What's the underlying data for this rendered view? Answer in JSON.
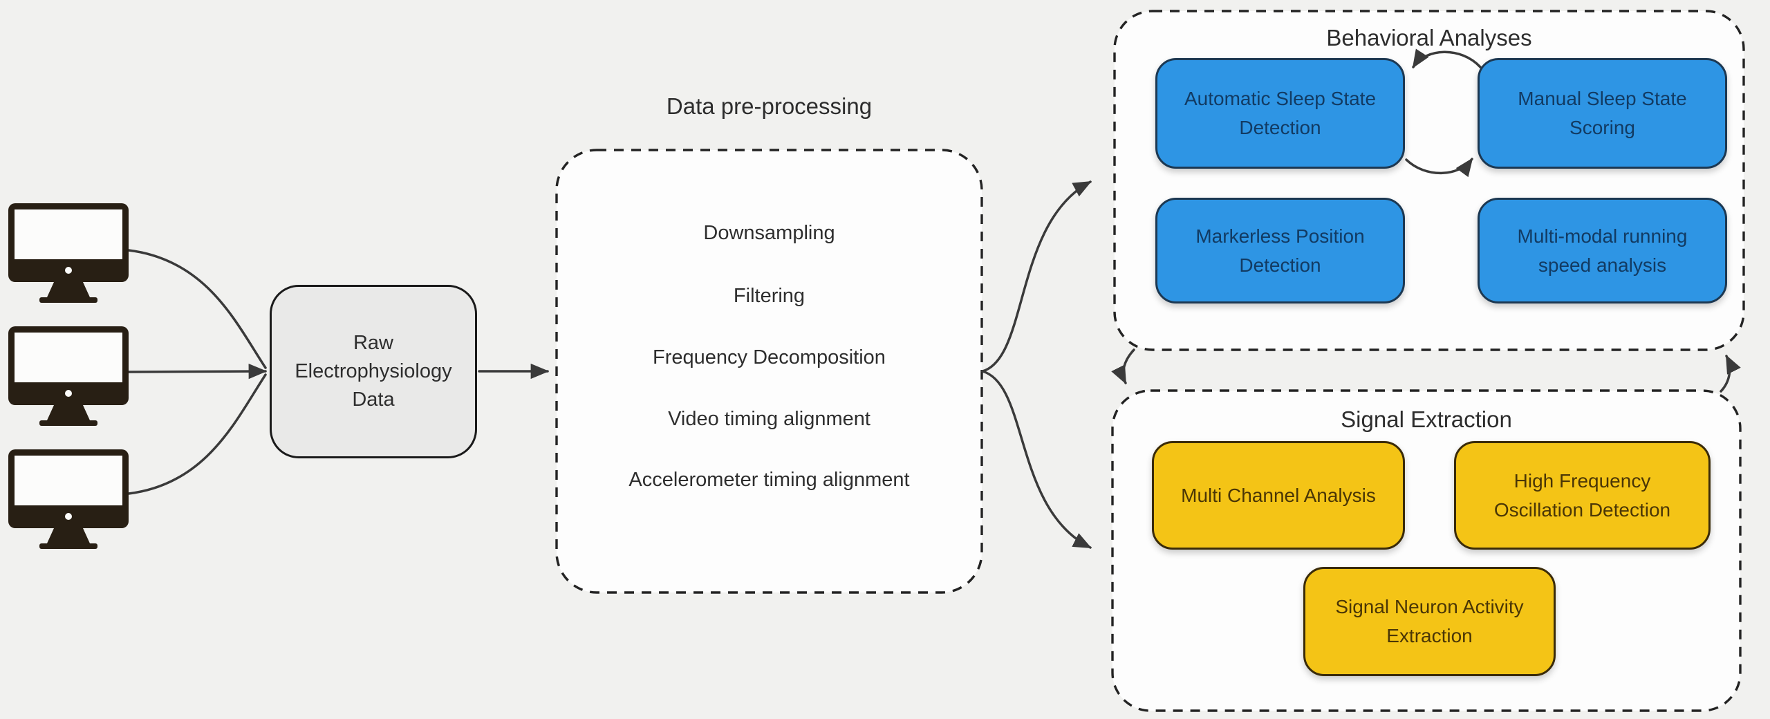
{
  "diagram": {
    "title_implicit": "Electrophysiology data processing pipeline",
    "colors": {
      "background": "#F1F1EF",
      "panel_fill": "#FDFDFD",
      "dash_stroke": "#232323",
      "arrow_stroke": "#3A3A3A",
      "blue_fill": "#2E95E4",
      "blue_border": "#1C3852",
      "blue_text": "#123B63",
      "yellow_fill": "#F4C416",
      "yellow_border": "#3A2B09",
      "yellow_text": "#4A3606",
      "gray_node_fill": "#E9E9E8",
      "monitor_color": "#281F14"
    }
  },
  "sources": {
    "icon": "desktop-monitor-icon",
    "count": 3
  },
  "raw_node": {
    "label": "Raw Electrophysiology Data"
  },
  "preprocessing": {
    "title": "Data pre-processing",
    "items": [
      "Downsampling",
      "Filtering",
      "Frequency Decomposition",
      "Video timing alignment",
      "Accelerometer timing alignment"
    ]
  },
  "groups": {
    "behavioral": {
      "title": "Behavioral Analyses",
      "nodes": [
        "Automatic Sleep State Detection",
        "Manual Sleep State Scoring",
        "Markerless Position Detection",
        "Multi-modal running speed analysis"
      ]
    },
    "signal": {
      "title": "Signal Extraction",
      "nodes": [
        "Multi Channel Analysis",
        "High Frequency Oscillation Detection",
        "Signal Neuron Activity Extraction"
      ]
    }
  }
}
